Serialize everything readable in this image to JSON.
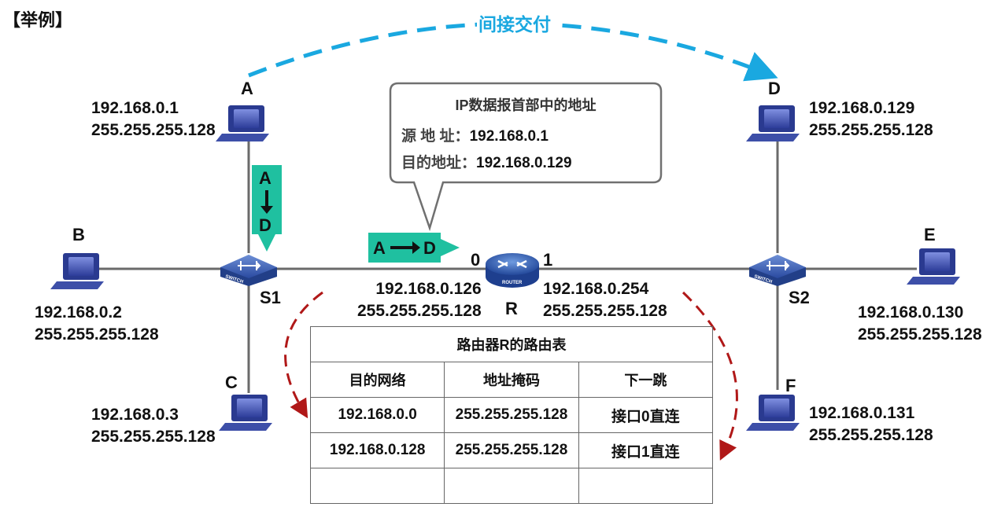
{
  "title": "【举例】",
  "indirect_label": "间接交付",
  "hosts": {
    "A": {
      "name": "A",
      "ip": "192.168.0.1",
      "mask": "255.255.255.128"
    },
    "B": {
      "name": "B",
      "ip": "192.168.0.2",
      "mask": "255.255.255.128"
    },
    "C": {
      "name": "C",
      "ip": "192.168.0.3",
      "mask": "255.255.255.128"
    },
    "D": {
      "name": "D",
      "ip": "192.168.0.129",
      "mask": "255.255.255.128"
    },
    "E": {
      "name": "E",
      "ip": "192.168.0.130",
      "mask": "255.255.255.128"
    },
    "F": {
      "name": "F",
      "ip": "192.168.0.131",
      "mask": "255.255.255.128"
    }
  },
  "switches": {
    "s1": "S1",
    "s2": "S2",
    "badge": "SWITCH"
  },
  "router": {
    "name": "R",
    "badge": "ROUTER",
    "if0": {
      "num": "0",
      "ip": "192.168.0.126",
      "mask": "255.255.255.128"
    },
    "if1": {
      "num": "1",
      "ip": "192.168.0.254",
      "mask": "255.255.255.128"
    }
  },
  "callout": {
    "title": "IP数据报首部中的地址",
    "src_key": "源 地 址：",
    "src_val": "192.168.0.1",
    "dst_key": "目的地址：",
    "dst_val": "192.168.0.129"
  },
  "flows": {
    "vertical": {
      "from": "A",
      "to": "D"
    },
    "horizontal": {
      "from": "A",
      "to": "D"
    }
  },
  "routing_table": {
    "title": "路由器R的路由表",
    "headers": [
      "目的网络",
      "地址掩码",
      "下一跳"
    ],
    "rows": [
      [
        "192.168.0.0",
        "255.255.255.128",
        "接口0直连"
      ],
      [
        "192.168.0.128",
        "255.255.255.128",
        "接口1直连"
      ],
      [
        "",
        "",
        ""
      ]
    ]
  },
  "colors": {
    "cyan": "#1aa8e0",
    "teal": "#1fc0a0",
    "darkred": "#b01818",
    "host": "#3a4fb0"
  }
}
